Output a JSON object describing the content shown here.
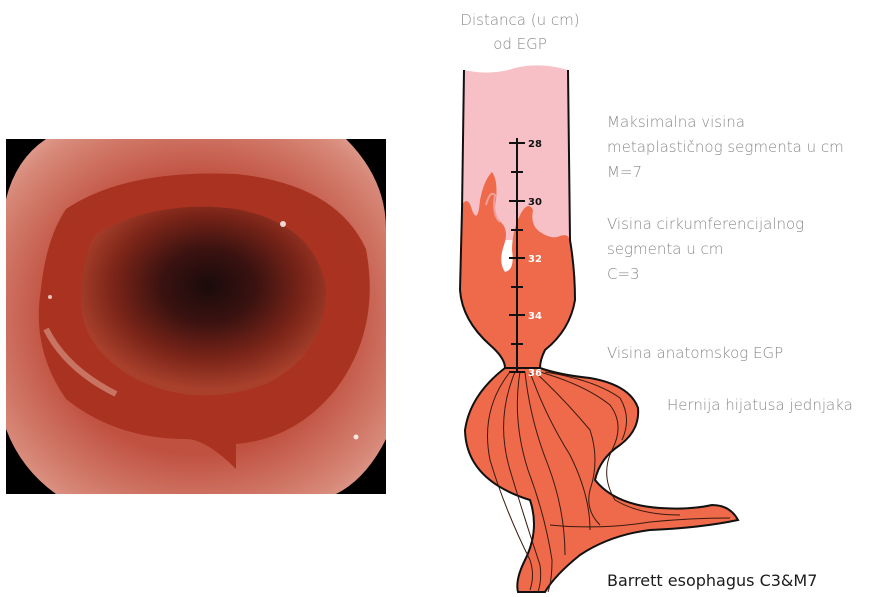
{
  "header": {
    "line1": "Distanca (u cm)",
    "line2": "od EGP"
  },
  "labels": {
    "max_height": {
      "line1": "Maksimalna visina",
      "line2": "metaplastičnog segmenta u cm",
      "line3": "M=7"
    },
    "circ_height": {
      "line1": "Visina cirkumferencijalnog",
      "line2": "segmenta u cm",
      "line3": "C=3"
    },
    "egp": "Visina anatomskog EGP",
    "hernia": "Hernija hijatusa jednjaka"
  },
  "caption": "Barrett esophagus C3&M7",
  "scale": {
    "ticks": [
      "28",
      "30",
      "32",
      "34",
      "36"
    ]
  },
  "icons": {
    "endoscopy": "endoscopic-image-icon"
  },
  "colors": {
    "pink_mucosa": "#f7c0c6",
    "metaplasia": "#ee6a4a",
    "outline": "#111111",
    "label_gray": "#8a8a8a"
  }
}
